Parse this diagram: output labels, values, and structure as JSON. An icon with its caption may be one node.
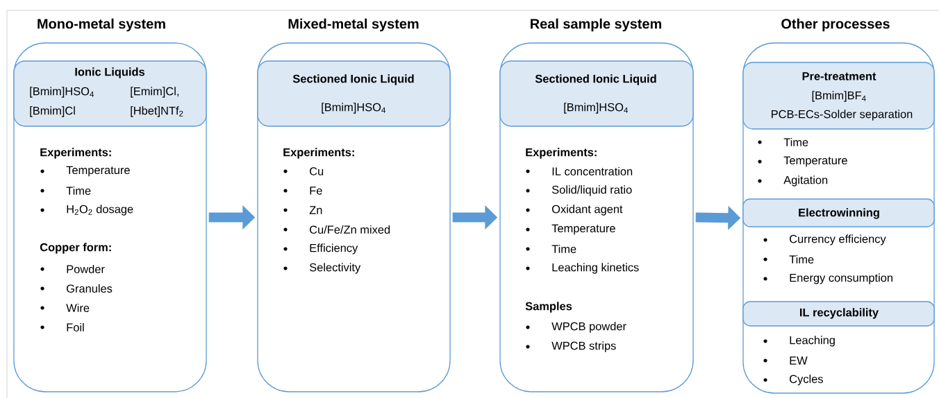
{
  "diagram": {
    "nodes": [
      {
        "text": [
          "Mono-metal system",
          "Experiments:",
          "Temperature",
          "Time",
          "H$_{2}$O$_{2}$  dosage",
          "Copper form:",
          "Powder",
          "Granules",
          "Wire",
          "Foil"
        ]
      },
      {
        "text": [
          "Ionic Liquids",
          "[Bmim]HSO$_{4}$",
          "[Emim]Cl,",
          "[Bmim]Cl",
          "[Hbet]NTf$_{2}$"
        ],
        "in": 0
      },
      {
        "text": [
          "Mixed-metal system",
          "Experiments:",
          "Cu",
          "Fe",
          "Zn",
          "Cu/Fe/Zn mixed",
          "Efficiency",
          "Selectivity"
        ]
      },
      {
        "text": [
          "Sectioned Ionic Liquid",
          "[Bmim]HSO$_{4}$"
        ],
        "in": 2
      },
      {
        "text": [
          "Real sample system",
          "Experiments:",
          "IL concentration",
          "Solid/liquid ratio",
          "Oxidant agent",
          "Temperature",
          "Time",
          "Leaching kinetics",
          "Samples",
          "WPCB powder",
          "WPCB strips"
        ]
      },
      {
        "text": [
          "Sectioned Ionic Liquid",
          "[Bmim]HSO$_{4}$"
        ],
        "in": 4
      },
      {
        "text": [
          "Other processes",
          "Time",
          "Temperature",
          "Agitation",
          "Currency efficiency",
          "Time",
          "Energy consumption",
          "Leaching",
          "EW",
          "Cycles"
        ]
      },
      {
        "text": [
          "Pre-treatment",
          "[Bmim]BF$_{4}$",
          "PCB-ECs-Solder separation"
        ],
        "in": 6
      },
      {
        "text": [
          "Electrowinning"
        ],
        "in": 6
      },
      {
        "text": [
          "IL recyclability"
        ],
        "in": 6
      }
    ],
    "edges": [
      {
        "from": 0,
        "to": 2,
        "arrow": "to"
      },
      {
        "from": 2,
        "to": 4,
        "arrow": "to"
      },
      {
        "from": 4,
        "to": 6,
        "arrow": "to"
      }
    ]
  }
}
